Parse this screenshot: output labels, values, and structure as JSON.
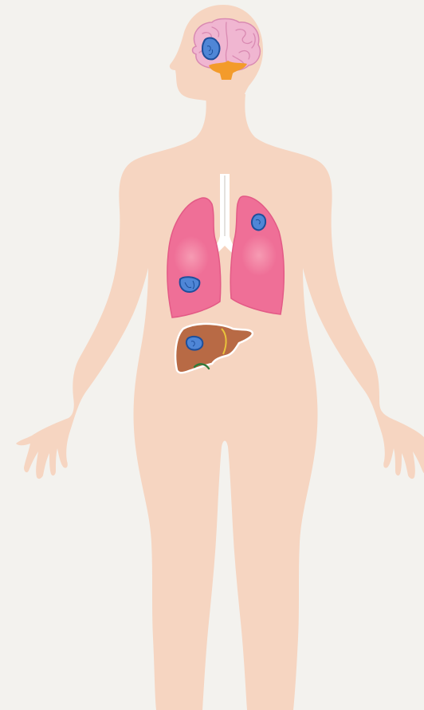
{
  "figure": {
    "subject": "female-body-silhouette",
    "organs": [
      "brain",
      "cerebellum",
      "trachea",
      "left-lung",
      "right-lung",
      "liver",
      "gallbladder"
    ],
    "lesion_count": 4,
    "lesion_sites": [
      "brain",
      "right-lung-upper",
      "left-lung-lower",
      "liver"
    ]
  },
  "colors": {
    "background": "#f3f2ee",
    "skin": "#f6d5c1",
    "brain": "#f0b6d1",
    "brain_outline": "#d98ab2",
    "cerebellum": "#f39b2b",
    "trachea": "#ffffff",
    "lungs": "#ef6f97",
    "lungs_outline": "#e35a86",
    "liver": "#b86a45",
    "liver_outline": "#ffffff",
    "liver_duct": "#e9c33b",
    "gallbladder": "#2f7b3a",
    "lesion_fill": "#4f86d6",
    "lesion_outline": "#1e4f9b"
  }
}
